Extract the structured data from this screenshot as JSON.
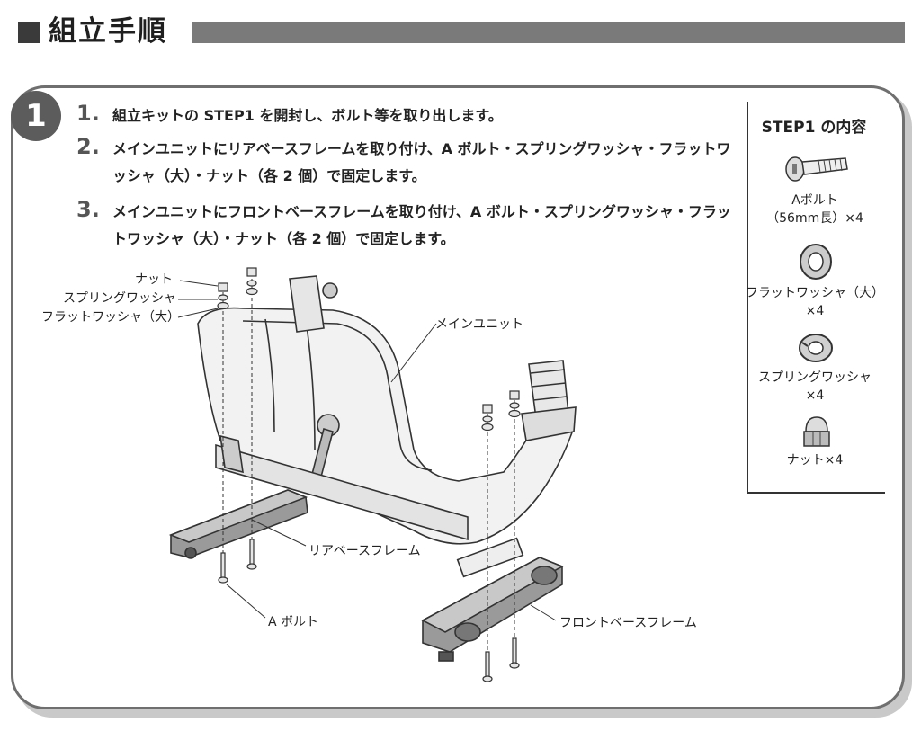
{
  "header": {
    "title": "組立手順"
  },
  "step": {
    "number": "1",
    "instructions": [
      {
        "num": "1.",
        "text": "組立キットの STEP1 を開封し、ボルト等を取り出します。"
      },
      {
        "num": "2.",
        "text": "メインユニットにリアベースフレームを取り付け、A ボルト・スプリングワッシャ・フラットワッシャ（大）・ナット（各 2 個）で固定します。"
      },
      {
        "num": "3.",
        "text": "メインユニットにフロントベースフレームを取り付け、A ボルト・スプリングワッシャ・フラットワッシャ（大）・ナット（各 2 個）で固定します。"
      }
    ]
  },
  "contents": {
    "title": "STEP1 の内容",
    "items": [
      {
        "line1": "Aボルト",
        "line2": "（56mm長）×4",
        "icon": "bolt-icon"
      },
      {
        "line1": "フラットワッシャ（大）",
        "line2": "×4",
        "icon": "flat-washer-icon"
      },
      {
        "line1": "スプリングワッシャ",
        "line2": "×4",
        "icon": "spring-washer-icon"
      },
      {
        "line1": "ナット×4",
        "line2": "",
        "icon": "cap-nut-icon"
      }
    ]
  },
  "diagram": {
    "labels": {
      "nut": "ナット",
      "spring_washer": "スプリングワッシャ",
      "flat_washer": "フラットワッシャ（大）",
      "main_unit": "メインユニット",
      "rear_frame": "リアベースフレーム",
      "a_bolt": "A ボルト",
      "front_frame": "フロントベースフレーム"
    }
  },
  "colors": {
    "panel_border": "#6f6f6f",
    "header_bar": "#7a7a7a",
    "step_circle": "#5c5c5c",
    "frame_grey": "#9a9a9a"
  }
}
